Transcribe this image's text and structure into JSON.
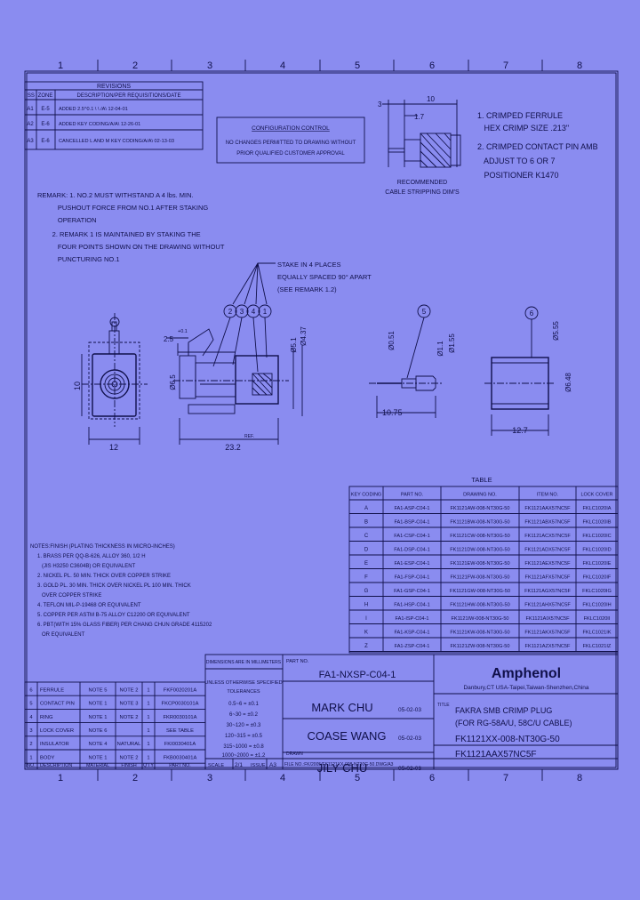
{
  "border": {
    "col_numbers": [
      "1",
      "2",
      "3",
      "4",
      "5",
      "6",
      "7",
      "8"
    ]
  },
  "revisions": {
    "title": "REVISIONS",
    "headers": [
      "ISS",
      "ZONE",
      "DESCRIPTION/PER REQUISITIONS/DATE"
    ],
    "rows": [
      [
        "A1",
        "E-5",
        "ADDED 2.5^0.1 \\ \\ /A\\ 12-04-01"
      ],
      [
        "A2",
        "E-6",
        "ADDED KEY CODING/A/A\\ 12-26-01"
      ],
      [
        "A3",
        "E-6",
        "CANCELLED L AND M KEY CODING/A/A\\ 02-13-03"
      ]
    ]
  },
  "config_control": {
    "title": "CONFIGURATION CONTROL",
    "lines": [
      "NO CHANGES PERMITTED TO DRAWING WITHOUT",
      "PRIOR QUALIFIED CUSTOMER APPROVAL"
    ]
  },
  "strip": {
    "dims": [
      "3",
      "10",
      "1.7"
    ],
    "caption": [
      "RECOMMENDED",
      "CABLE STRIPPING DIM'S"
    ]
  },
  "crimp_notes": [
    "1. CRIMPED FERRULE",
    "   HEX CRIMP SIZE .213\"",
    "2. CRIMPED CONTACT PIN AMB",
    "   ADJUST TO 6 OR 7",
    "   POSITIONER K1470"
  ],
  "remarks": [
    "REMARK: 1. NO.2 MUST WITHSTAND A 4 lbs. MIN.",
    "           PUSHOUT FORCE FROM NO.1 AFTER STAKING",
    "           OPERATION",
    "        2. REMARK 1 IS MAINTAINED BY STAKING THE",
    "           FOUR POINTS SHOWN ON THE DRAWING WITHOUT",
    "           PUNCTURING NO.1"
  ],
  "stake_note": [
    "STAKE IN 4 PLACES",
    "EQUALLY SPACED 90° APART",
    "(SEE REMARK 1.2)"
  ],
  "view_dims": {
    "front_width": "12",
    "front_height": "10",
    "dim_25": "2.5",
    "tol_01": "+0.1",
    "dim_65": "Ø6.5",
    "dim_51": "Ø5.1",
    "dim_437": "Ø4.37",
    "overall_len": "23.2",
    "ref": "REF.",
    "balloons": [
      "2",
      "3",
      "4",
      "1"
    ]
  },
  "pin_dims": {
    "balloon": "5",
    "d1": "Ø0.51",
    "d2": "Ø1.1",
    "d3": "Ø1.55",
    "len": "10.75"
  },
  "ferrule_dims": {
    "balloon": "6",
    "d1": "Ø5.55",
    "d2": "Ø6.48",
    "len": "12.7"
  },
  "table": {
    "title": "TABLE",
    "headers": [
      "KEY CODING",
      "PART NO.",
      "DRAWING NO.",
      "ITEM NO.",
      "LOCK COVER"
    ],
    "rows": [
      [
        "A",
        "FA1-ASP-C04-1",
        "FK1121AW-008-NT30G-50",
        "FK1121AAX57NC5F",
        "FKLC1020IA"
      ],
      [
        "B",
        "FA1-BSP-C04-1",
        "FK1121BW-008-NT30G-50",
        "FK1121ABX57NC5F",
        "FKLC1020IB"
      ],
      [
        "C",
        "FA1-CSP-C04-1",
        "FK1121CW-008-NT30G-50",
        "FK1121ACX57NC5F",
        "FKLC1020IC"
      ],
      [
        "D",
        "FA1-DSP-C04-1",
        "FK1121DW-008-NT30G-50",
        "FK1121ADX57NC5F",
        "FKLC1020ID"
      ],
      [
        "E",
        "FA1-ESP-C04-1",
        "FK1121EW-008-NT30G-50",
        "FK1121AEX57NC5F",
        "FKLC1020IE"
      ],
      [
        "F",
        "FA1-FSP-C04-1",
        "FK1121FW-008-NT30G-50",
        "FK1121AFX57NC5F",
        "FKLC1020IF"
      ],
      [
        "G",
        "FA1-GSP-C04-1",
        "FK1121GW-008-NT30G-50",
        "FK1121AGX57NC5F",
        "FKLC1020IG"
      ],
      [
        "H",
        "FA1-HSP-C04-1",
        "FK1121HW-008-NT30G-50",
        "FK1121AHX57NC5F",
        "FKLC1020IH"
      ],
      [
        "I",
        "FA1-ISP-C04-1",
        "FK1121IW-008-NT30G-50",
        "FK1121AIX57NC5F",
        "FKLC1020II"
      ],
      [
        "K",
        "FA1-KSP-C04-1",
        "FK1121KW-008-NT30G-50",
        "FK1121AKX57NC5F",
        "FKLC1021IK"
      ],
      [
        "Z",
        "FA1-ZSP-C04-1",
        "FK1121ZW-008-NT30G-50",
        "FK1121AZX57NC5F",
        "FKLC1021IZ"
      ]
    ]
  },
  "finish_notes": [
    "NOTES:FINISH (PLATING THICKNESS IN MICRO-INCHES)",
    "1. BRASS PER QQ-B-626, ALLOY 360, 1/2 H",
    "   (JIS H3250 C3604B) OR EQUIVALENT",
    "2. NICKEL PL. 50 MIN. THICK OVER COPPER STRIKE",
    "3. GOLD PL. 30 MIN. THICK OVER NICKEL PL 100 MIN. THICK",
    "   OVER COPPER STRIKE",
    "4. TEFLON MIL-P-19468 OR EQUIVALENT",
    "5. COPPER PER ASTM B-75 ALLOY C12200 OR EQUIVALENT",
    "6. PBT(WITH 15% GLASS FIBER) PER CHANG CHUN GRADE 4115202",
    "   OR EQUIVALENT"
  ],
  "bom": {
    "headers": [
      "NO.",
      "DESCRIPTION",
      "MATERIAL",
      "FINISH",
      "Q'TY",
      "PART NO."
    ],
    "rows": [
      [
        "6",
        "FERRULE",
        "NOTE 5",
        "NOTE 2",
        "1",
        "FKF0020201A"
      ],
      [
        "5",
        "CONTACT PIN",
        "NOTE 1",
        "NOTE 3",
        "1",
        "FKCP0030101A"
      ],
      [
        "4",
        "RING",
        "NOTE 1",
        "NOTE 2",
        "1",
        "FKR0030101A"
      ],
      [
        "3",
        "LOCK COVER",
        "NOTE 6",
        "",
        "1",
        "SEE TABLE"
      ],
      [
        "2",
        "INSULATOR",
        "NOTE 4",
        "NATURAL",
        "1",
        "FKI0030401A"
      ],
      [
        "1",
        "BODY",
        "NOTE 1",
        "NOTE 2",
        "1",
        "FKB0030401A"
      ]
    ]
  },
  "title_block": {
    "dim_label": "DIMENSIONS ARE IN MILLIMETERS",
    "part_no_label": "PART NO.",
    "part_no": "FA1-NXSP-C04-1",
    "brand": "Amphenol",
    "locations": "Danbury,CT USA-Taipei,Taiwan-Shenzhen,China",
    "tol_title": [
      "UNLESS OTHERWISE SPECIFIED",
      "TOLERANCES"
    ],
    "tolerances": [
      "0.5~6 = ±0.1",
      "6~30 = ±0.2",
      "30~120 = ±0.3",
      "120~315 = ±0.5",
      "315~1000 = ±0.8",
      "1000~2000 = ±1.2"
    ],
    "checked": "MARK CHU",
    "checked_date": "05-02-03",
    "approved": "COASE WANG",
    "approved_date": "05-02-03",
    "drawn_label": "DRAWN",
    "drawn": "JILY CHU",
    "drawn_date": "05-02-03",
    "title_label": "TITLE",
    "title_lines": [
      "FAKRA SMB CRIMP PLUG",
      "(FOR RG-58A/U, 58C/U CABLE)"
    ],
    "dwg_no": "FK1121XX-008-NT30G-50",
    "scale_label": "SCALE",
    "scale": "2/1",
    "issue_label": "ISSUE",
    "issue": "A3",
    "file_no": "FILE NO.:FK/2005/FK1121XX-008-NT30G-50.DWG/A3",
    "item_no": "FK1121AAX57NC5F"
  }
}
